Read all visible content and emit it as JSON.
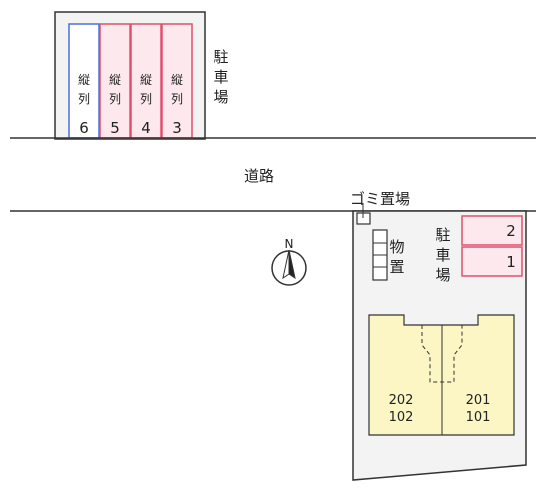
{
  "road_label": "道路",
  "garbage_label": "ゴミ置場",
  "storage_label": [
    "物",
    "置"
  ],
  "north_label": "N",
  "top_lot": {
    "label": [
      "駐",
      "車",
      "場"
    ],
    "slots": [
      {
        "text": [
          "縦",
          "列"
        ],
        "number": "6",
        "color": "#4a6fd8"
      },
      {
        "text": [
          "縦",
          "列"
        ],
        "number": "5",
        "color": "#e0506e"
      },
      {
        "text": [
          "縦",
          "列"
        ],
        "number": "4",
        "color": "#e0506e"
      },
      {
        "text": [
          "縦",
          "列"
        ],
        "number": "3",
        "color": "#e0506e"
      }
    ]
  },
  "side_lot": {
    "label": [
      "駐",
      "車",
      "場"
    ],
    "slots": [
      "2",
      "1"
    ]
  },
  "building": {
    "left_units": [
      "202",
      "102"
    ],
    "right_units": [
      "201",
      "101"
    ]
  },
  "colors": {
    "slot_fill": "#fde8ee",
    "slot_border": "#e0506e",
    "building_fill": "#fbf6c4",
    "lot_fill": "#f3f3f3"
  }
}
